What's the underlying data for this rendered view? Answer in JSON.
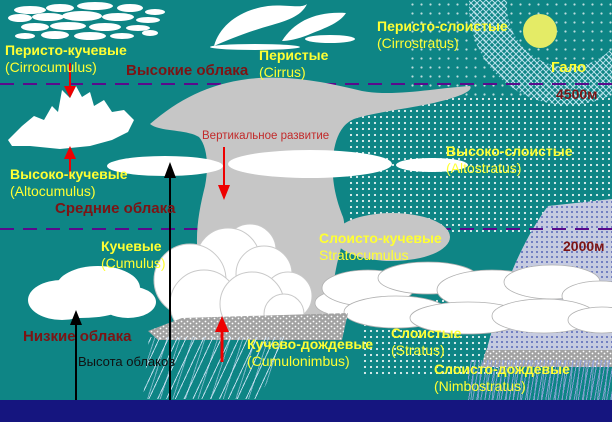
{
  "title": "Виды облаков по высоте (cloud types diagram)",
  "levels": {
    "high_label": "Высокие облака",
    "middle_label": "Средние облака",
    "low_label": "Низкие облака",
    "alt_4500": "4500м",
    "alt_2000": "2000м",
    "height_axis_label": "Высота облаков",
    "vertical_dev_label": "Вертикальное развитие",
    "halo_label": "Гало"
  },
  "clouds": [
    {
      "id": "cirrocumulus",
      "ru": "Перисто-кучевые",
      "lat": "(Cirrocumulus)"
    },
    {
      "id": "cirrus",
      "ru": "Перистые",
      "lat": "(Cirrus)"
    },
    {
      "id": "cirrostratus",
      "ru": "Перисто-слоистые",
      "lat": "(Cirrostratus)"
    },
    {
      "id": "altocumulus",
      "ru": "Высоко-кучевые",
      "lat": "(Altocumulus)"
    },
    {
      "id": "altostratus",
      "ru": "Высоко-слоистые",
      "lat": "(Altostratus)"
    },
    {
      "id": "cumulus",
      "ru": "Кучевые",
      "lat": "(Cumulus)"
    },
    {
      "id": "stratocumulus",
      "ru": "Слоисто-кучевые",
      "lat": "Stratocumulus"
    },
    {
      "id": "cumulonimbus",
      "ru": "Кучево-дождевые",
      "lat": "(Cumulonimbus)"
    },
    {
      "id": "stratus",
      "ru": "Слоистые",
      "lat": "(Stratus)"
    },
    {
      "id": "nimbostratus",
      "ru": "Слоисто-дождевые",
      "lat": "(Nimbostratus)"
    }
  ],
  "colors": {
    "sky": "#0e8585",
    "ground": "#15157f",
    "label_yellow": "#ffff33",
    "label_darkred": "#7c1414",
    "vertical_dev_red": "#c22a2a",
    "arrow_red": "#ee0000",
    "arrow_black": "#000000",
    "dashed_line_purple": "#5a0a8c",
    "cloud_gray": "#c6c6c6",
    "nimbostratus_fill": "#c3c8dd",
    "sun": "#e4eb66"
  }
}
